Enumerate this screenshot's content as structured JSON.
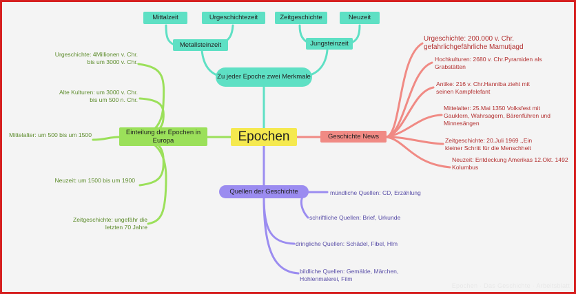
{
  "center": "Epochen",
  "top": {
    "main": "Zu jeder Epoche zwei Merkmale",
    "left_hub": "Metallsteinzeit",
    "right_hub": "Jungsteinzeit",
    "left_leaves": [
      "Mittalzeit",
      "Urgeschichtezeit"
    ],
    "right_leaves": [
      "Zeitgeschichte",
      "Neuzeit"
    ]
  },
  "left": {
    "main": "Einteilung der Epochen in Europa",
    "items": [
      "Urgeschichte: 4Millionen v. Chr. bis um 3000 v. Chr.",
      "Alte Kulturen: um 3000 v. Chr. bis um 500 n. Chr.",
      "Mittelalter: um 500 bis um 1500",
      "Neuzeit: um 1500 bis um 1900",
      "Zeitgeschichte: ungefähr die letzten 70 Jahre"
    ]
  },
  "right": {
    "main": "Geschichte News",
    "items": [
      "Urgeschichte: 200.000 v. Chr. gefahrlichgefährliche Mamutjagd",
      "Hochkulturen: 2680 v. Chr.Pyramiden als Grabstätten",
      "Antike: 216 v. Chr.Hanniba zieht mit seinen Kampfelefant",
      "Mittelalter: 25.Mai 1350 Volksfest mit Gauklern, Wahrsagern, Bärenführen und Minnesängen",
      "Zeitgeschichte: 20.Juli 1969 ,,Ein kleiner Schritt für die Menschheit",
      "Neuzeit: Entdeckung Amerikas 12.Okt. 1492 Kolumbus"
    ]
  },
  "bottom": {
    "main": "Quellen der Geschichte",
    "items": [
      "mündliche Quellen: CD, Erzählung",
      "schriftliche Quellen: Brief, Urkunde",
      "dringliche Quellen: Schädel, Fibel, Hlm",
      "bildliche Quellen: Gemälde, Märchen, Hohlenmalerei, Film"
    ]
  },
  "watermark": "Epochen · Das Geschichte · Arbeitsblatt",
  "colors": {
    "teal": "#5ee0c4",
    "green": "#9be05a",
    "red": "#f08a84",
    "purple": "#9b8cf0",
    "center": "#f5e94f",
    "border": "#d62020"
  }
}
